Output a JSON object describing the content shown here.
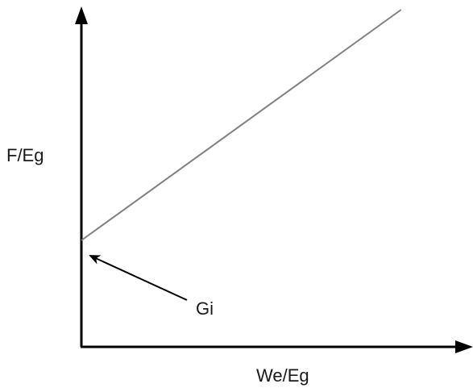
{
  "chart_data": {
    "type": "line",
    "title": "",
    "xlabel": "We/Eg",
    "ylabel": "F/Eg",
    "grid": false,
    "legend": "none",
    "series": [
      {
        "x": [
          0,
          1
        ],
        "y": [
          0.3,
          0.95
        ]
      }
    ],
    "xlim": [
      0,
      1
    ],
    "ylim": [
      0,
      1
    ],
    "annotations": [
      {
        "text": "Gi",
        "points_to": "y-intercept"
      }
    ]
  },
  "colors": {
    "axis": "#000000",
    "line": "#808080",
    "text": "#1a1a1a"
  }
}
